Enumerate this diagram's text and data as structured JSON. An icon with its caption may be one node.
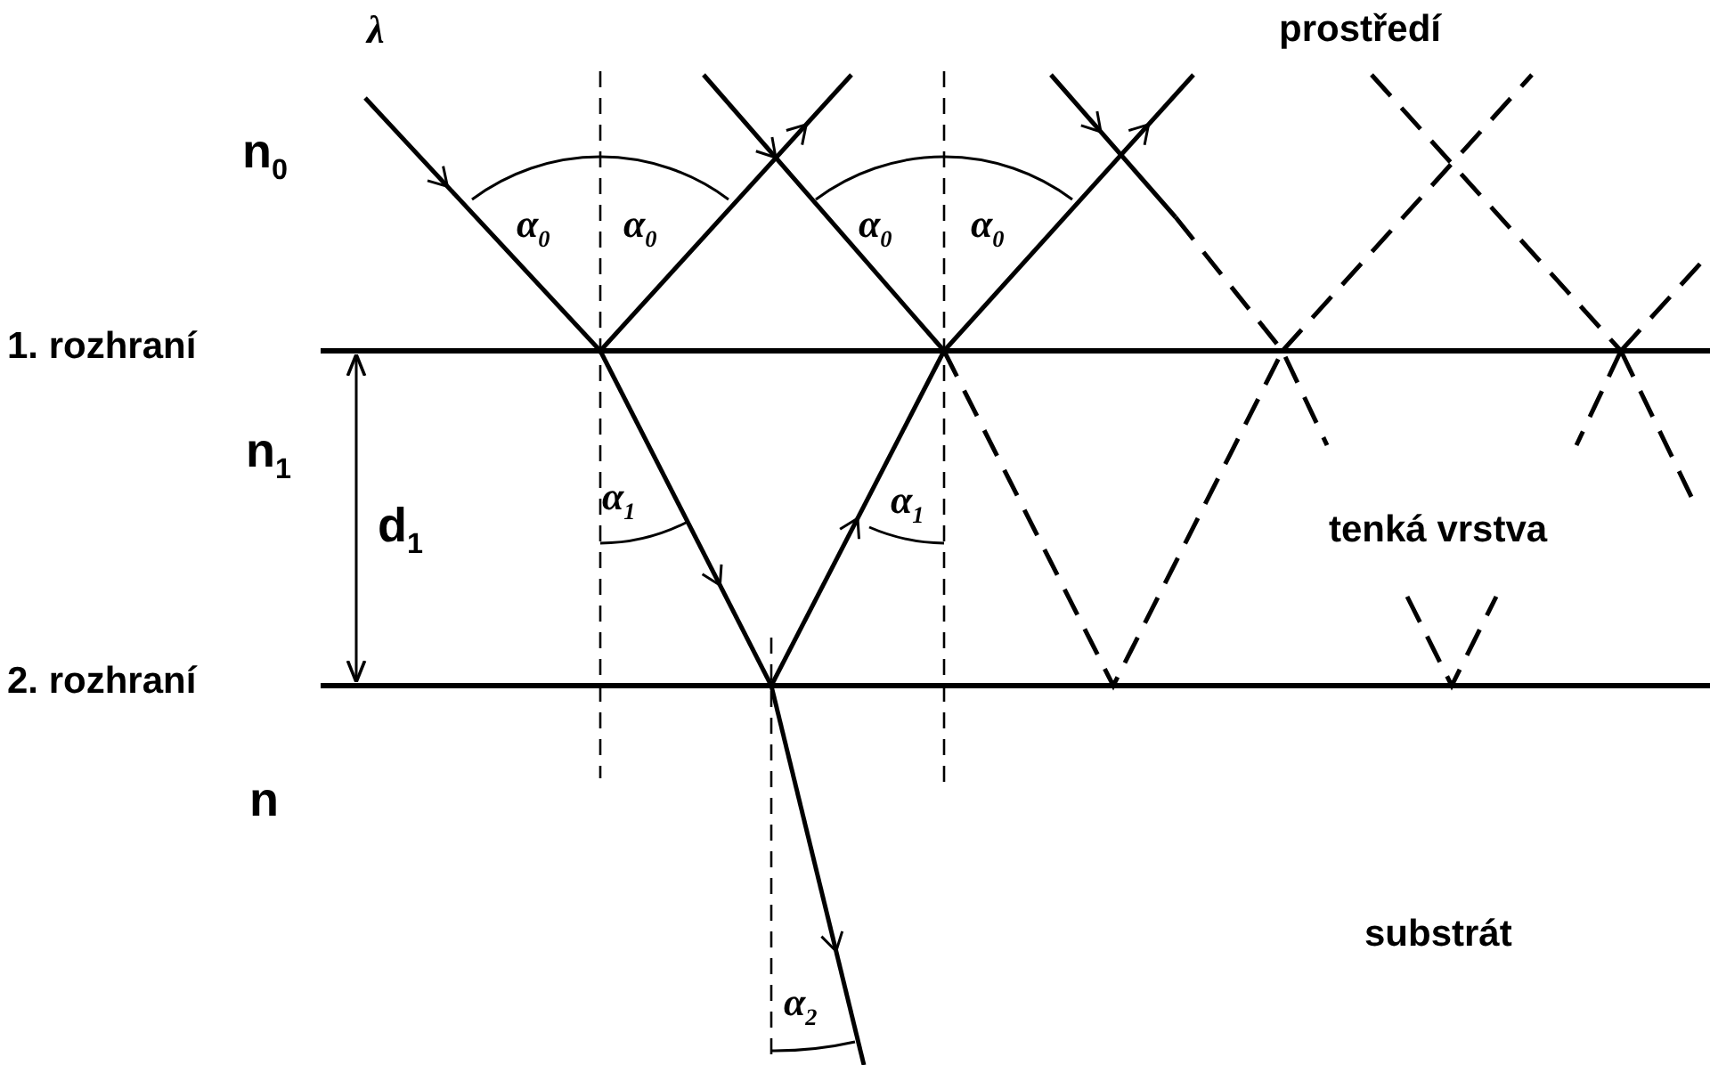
{
  "diagram": {
    "labels": [
      "λ",
      "prostředí",
      "n$_{0}$",
      "α$_{0}$",
      "α$_{0}$",
      "α$_{0}$",
      "α$_{0}$",
      "1. rozhraní",
      "n$_{1}$",
      "d$_{1}$",
      "α$_{1}$",
      "α$_{1}$",
      "tenká vrstva",
      "2. rozhraní",
      "n",
      "substrát",
      "α$_{2}$"
    ]
  }
}
